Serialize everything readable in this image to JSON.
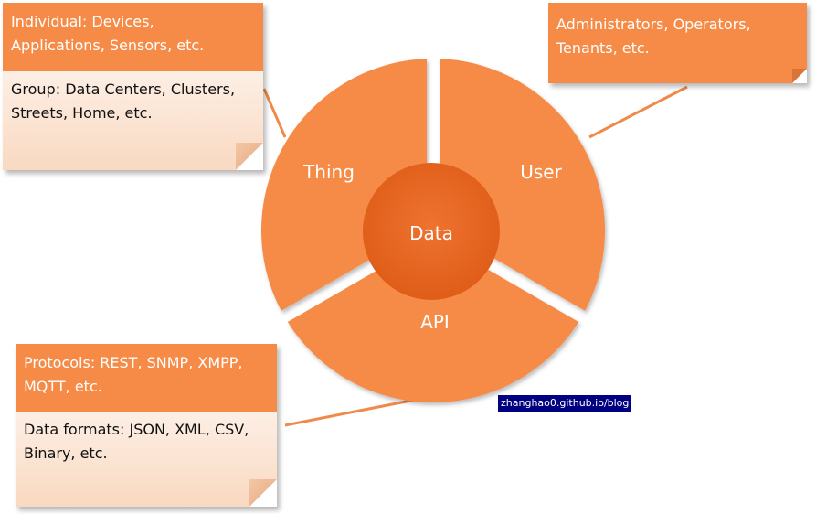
{
  "diagram": {
    "center_label": "Data",
    "segments": [
      {
        "key": "thing",
        "label": "Thing"
      },
      {
        "key": "user",
        "label": "User"
      },
      {
        "key": "api",
        "label": "API"
      }
    ],
    "notes": {
      "thing": {
        "head": [
          "Individual: Devices,",
          "Applications, Sensors, etc."
        ],
        "body": [
          "Group: Data Centers, Clusters,",
          "Streets, Home, etc."
        ]
      },
      "user": {
        "head": [
          "Administrators, Operators,",
          "Tenants, etc."
        ]
      },
      "api": {
        "head": [
          "Protocols: REST, SNMP, XMPP,",
          "MQTT, etc."
        ],
        "body": [
          "Data formats: JSON, XML, CSV,",
          "Binary, etc."
        ]
      }
    },
    "watermark": "zhanghao0.github.io/blog",
    "colors": {
      "ring": "#f68b47",
      "center": "#e8651e",
      "note_body": "#fce4d3",
      "connector": "#f08a4b",
      "watermark_bg": "#000080"
    }
  }
}
